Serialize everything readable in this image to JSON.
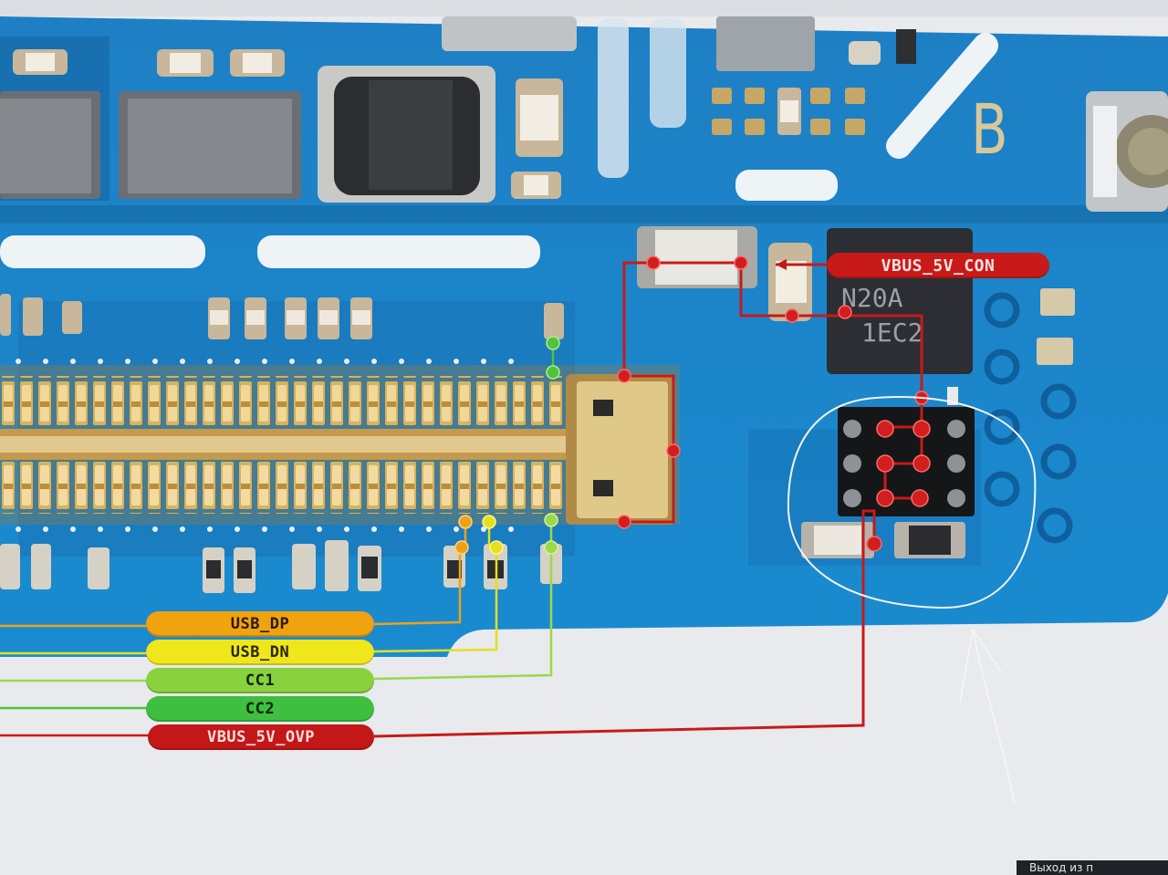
{
  "board": {
    "silkscreen_letter": "B"
  },
  "net_labels": {
    "vbus_con": "VBUS_5V_CON",
    "usb_dp": "USB_DP",
    "usb_dn": "USB_DN",
    "cc1": "CC1",
    "cc2": "CC2",
    "vbus_ovp": "VBUS_5V_OVP"
  },
  "chip": {
    "marking_line1": "N20A",
    "marking_line2": "1EC2"
  },
  "corner_text": "Выход из п",
  "colors": {
    "pcb": "#1f86c9",
    "pcb_dark": "#0f5f9c",
    "vbus": "#c61a1a",
    "usb_dp": "#f2a300",
    "usb_dn": "#f2e300",
    "cc1": "#8fd33d",
    "cc2": "#3fbf3f",
    "connector_pins": "#d9b25a",
    "annotation": "#f4f4f0"
  }
}
